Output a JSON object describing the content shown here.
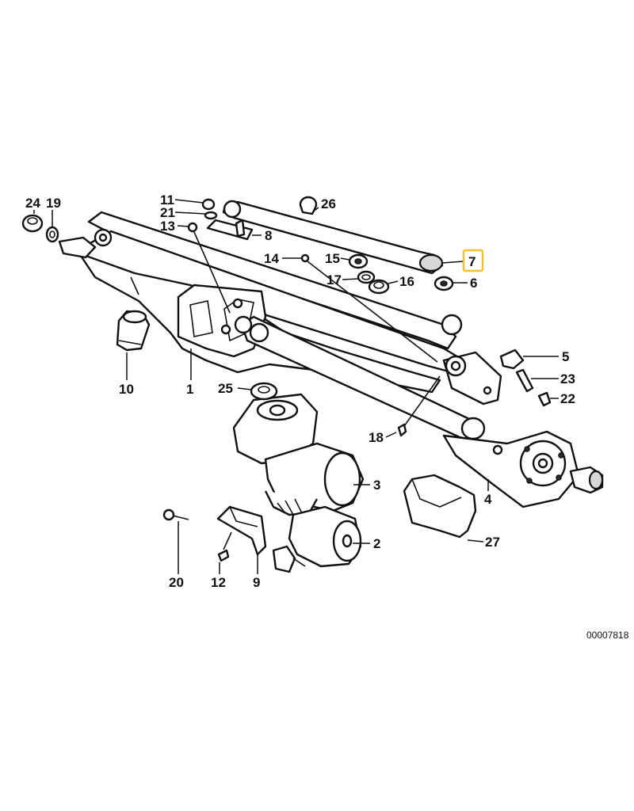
{
  "callouts": {
    "c1": "1",
    "c2": "2",
    "c3": "3",
    "c4": "4",
    "c5": "5",
    "c6": "6",
    "c7": "7",
    "c8": "8",
    "c9": "9",
    "c10": "10",
    "c11": "11",
    "c12": "12",
    "c13": "13",
    "c14": "14",
    "c15": "15",
    "c16": "16",
    "c17": "17",
    "c18": "18",
    "c19": "19",
    "c20": "20",
    "c21": "21",
    "c22": "22",
    "c23": "23",
    "c24": "24",
    "c25": "25",
    "c26": "26",
    "c27": "27"
  },
  "highlighted_callout": "7",
  "highlight_color": "#f2c12e",
  "reference_number": "00007818"
}
